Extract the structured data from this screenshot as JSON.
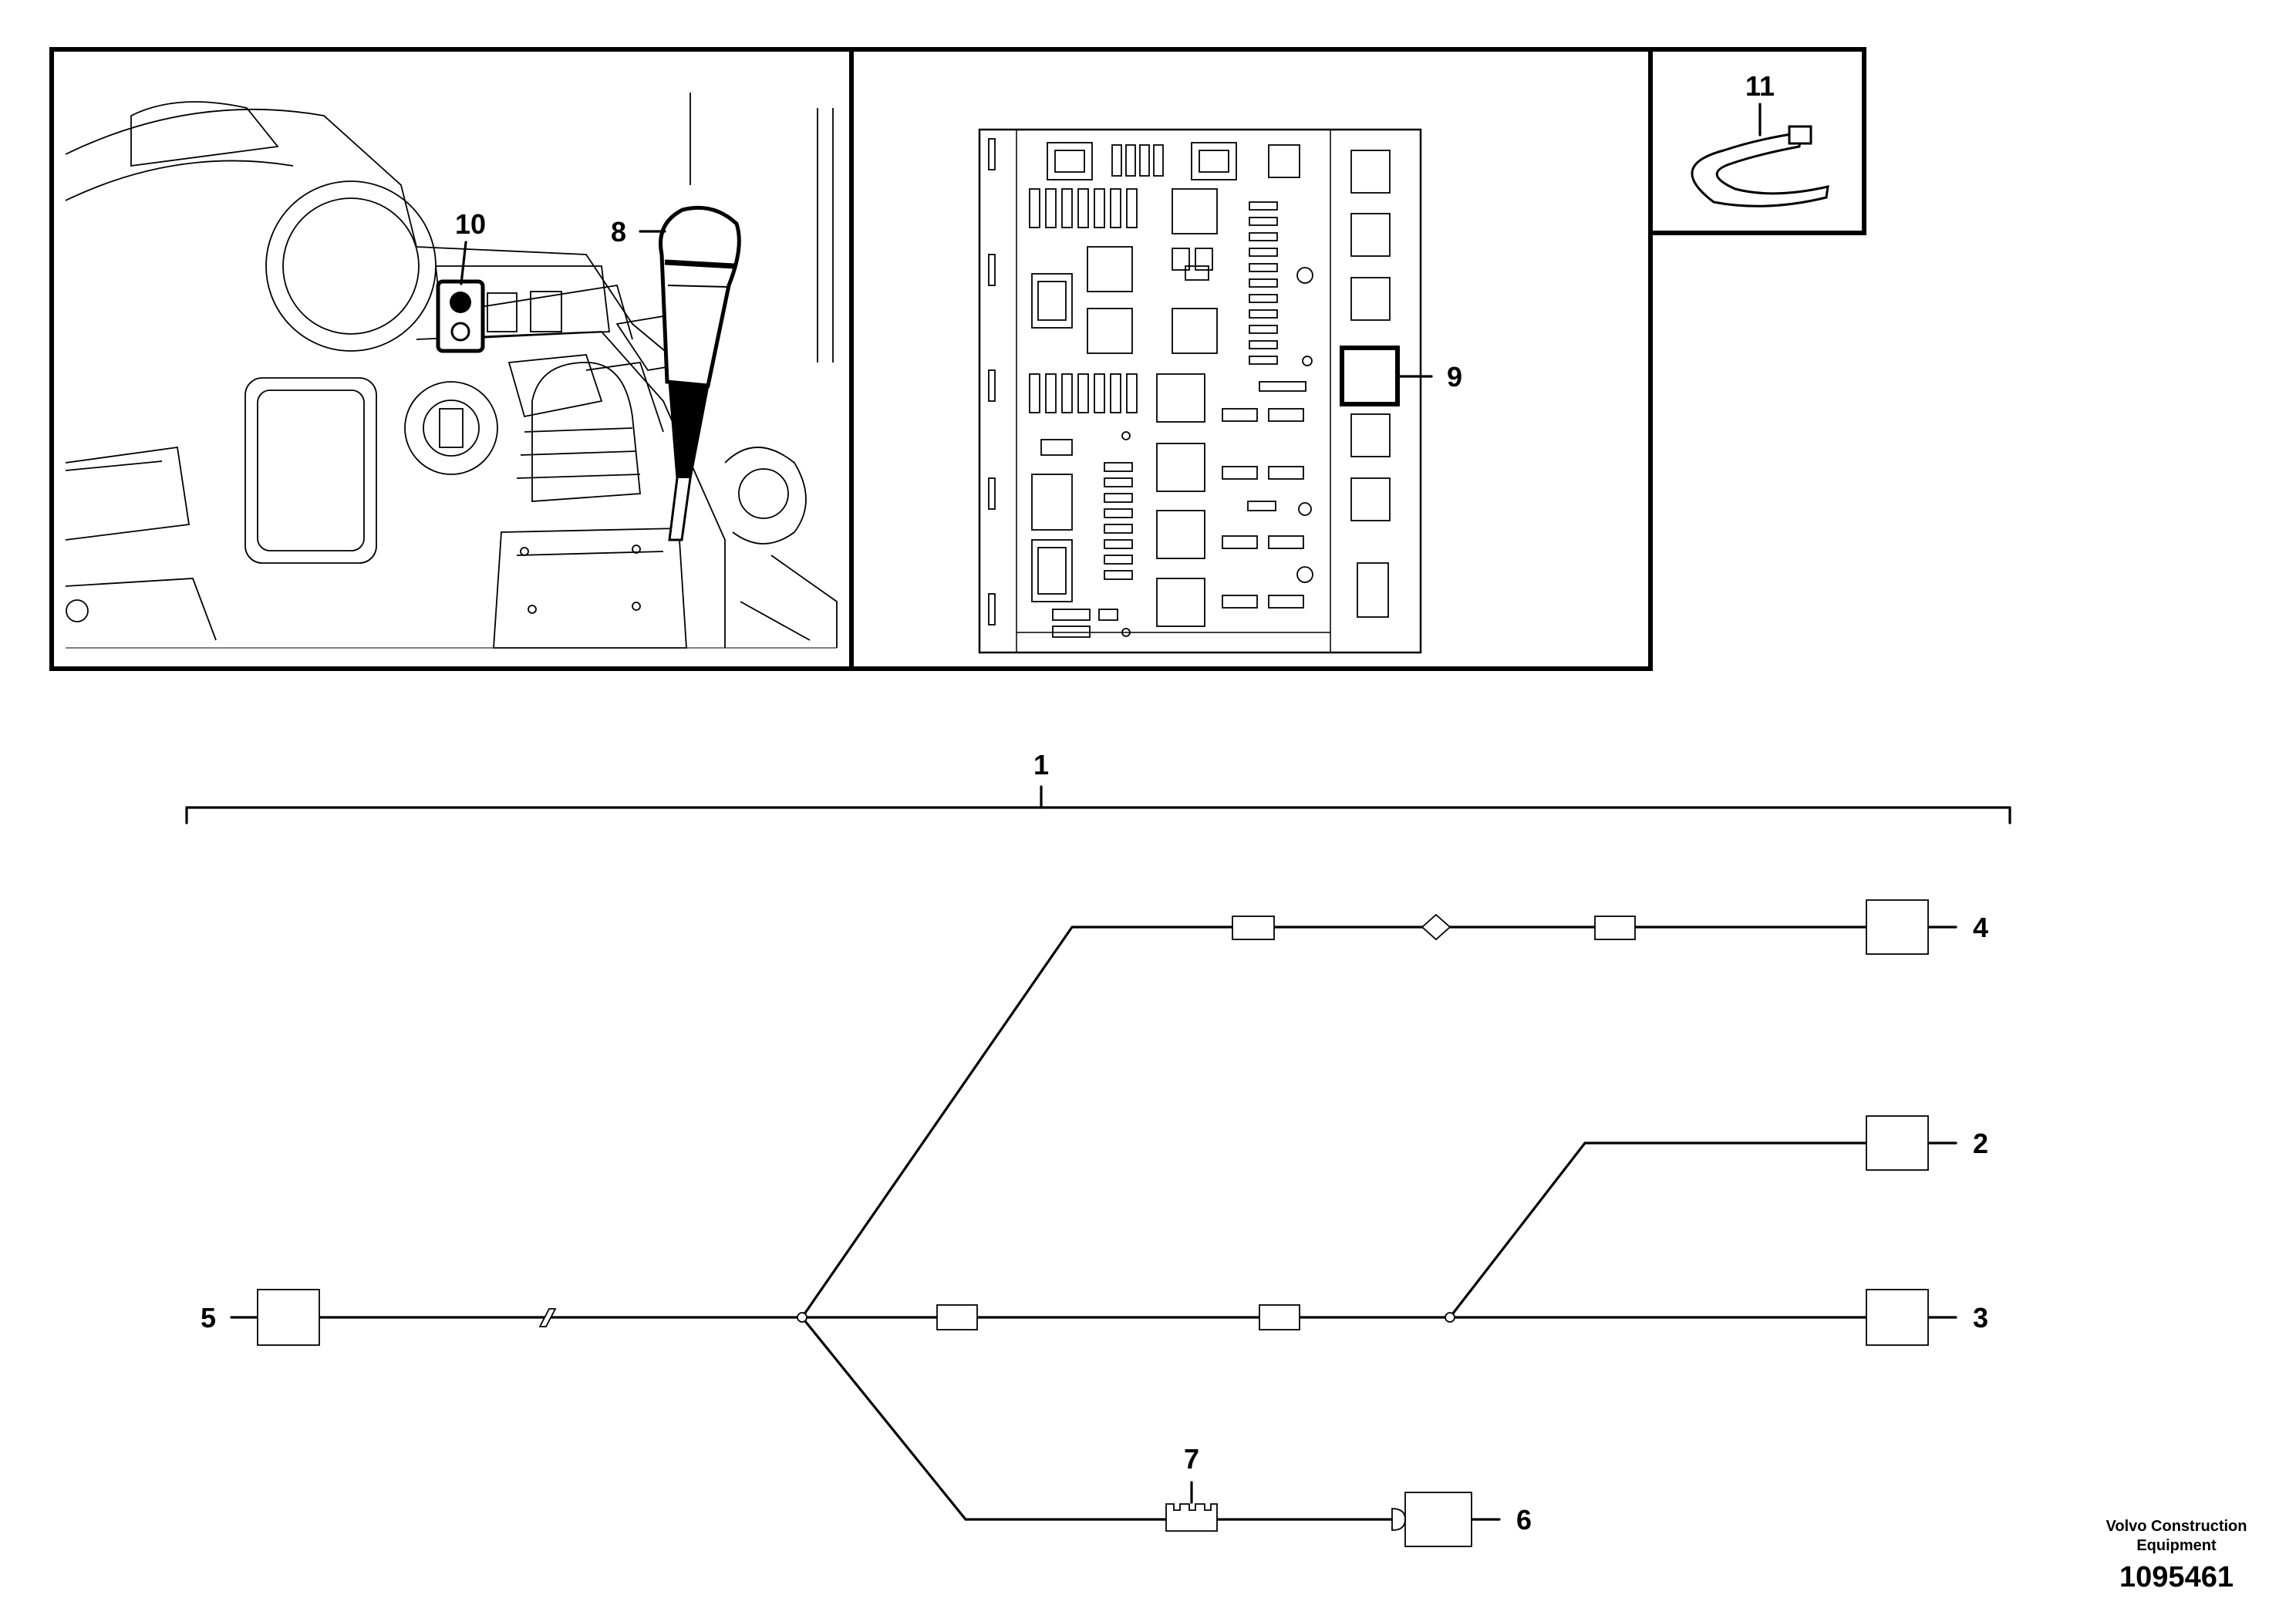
{
  "callouts": {
    "c1": "1",
    "c2": "2",
    "c3": "3",
    "c4": "4",
    "c5": "5",
    "c6": "6",
    "c7": "7",
    "c8": "8",
    "c9": "9",
    "c10": "10",
    "c11": "11"
  },
  "footer": {
    "brand_line1": "Volvo Construction",
    "brand_line2": "Equipment",
    "figure_number": "1095461"
  },
  "icons": [
    "joystick-icon",
    "relay-box-icon",
    "cable-tie-icon",
    "switch-icon",
    "fuse-icon",
    "connector-icon"
  ]
}
